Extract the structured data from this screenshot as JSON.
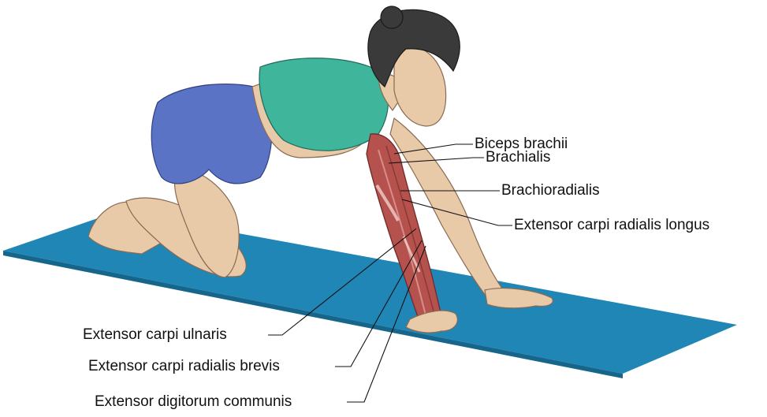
{
  "labels": {
    "biceps": "Biceps brachii",
    "brachialis": "Brachialis",
    "brachioradialis": "Brachioradialis",
    "ecrl": "Extensor carpi radialis longus",
    "ecu": "Extensor carpi ulnaris",
    "ecrb": "Extensor carpi radialis brevis",
    "edc": "Extensor digitorum communis"
  },
  "colors": {
    "mat": "#1f86b5",
    "shorts": "#5b73c4",
    "top": "#3fb59b",
    "skin": "#e8c9a8",
    "muscle": "#b5524e",
    "hair": "#3a3a3a"
  }
}
